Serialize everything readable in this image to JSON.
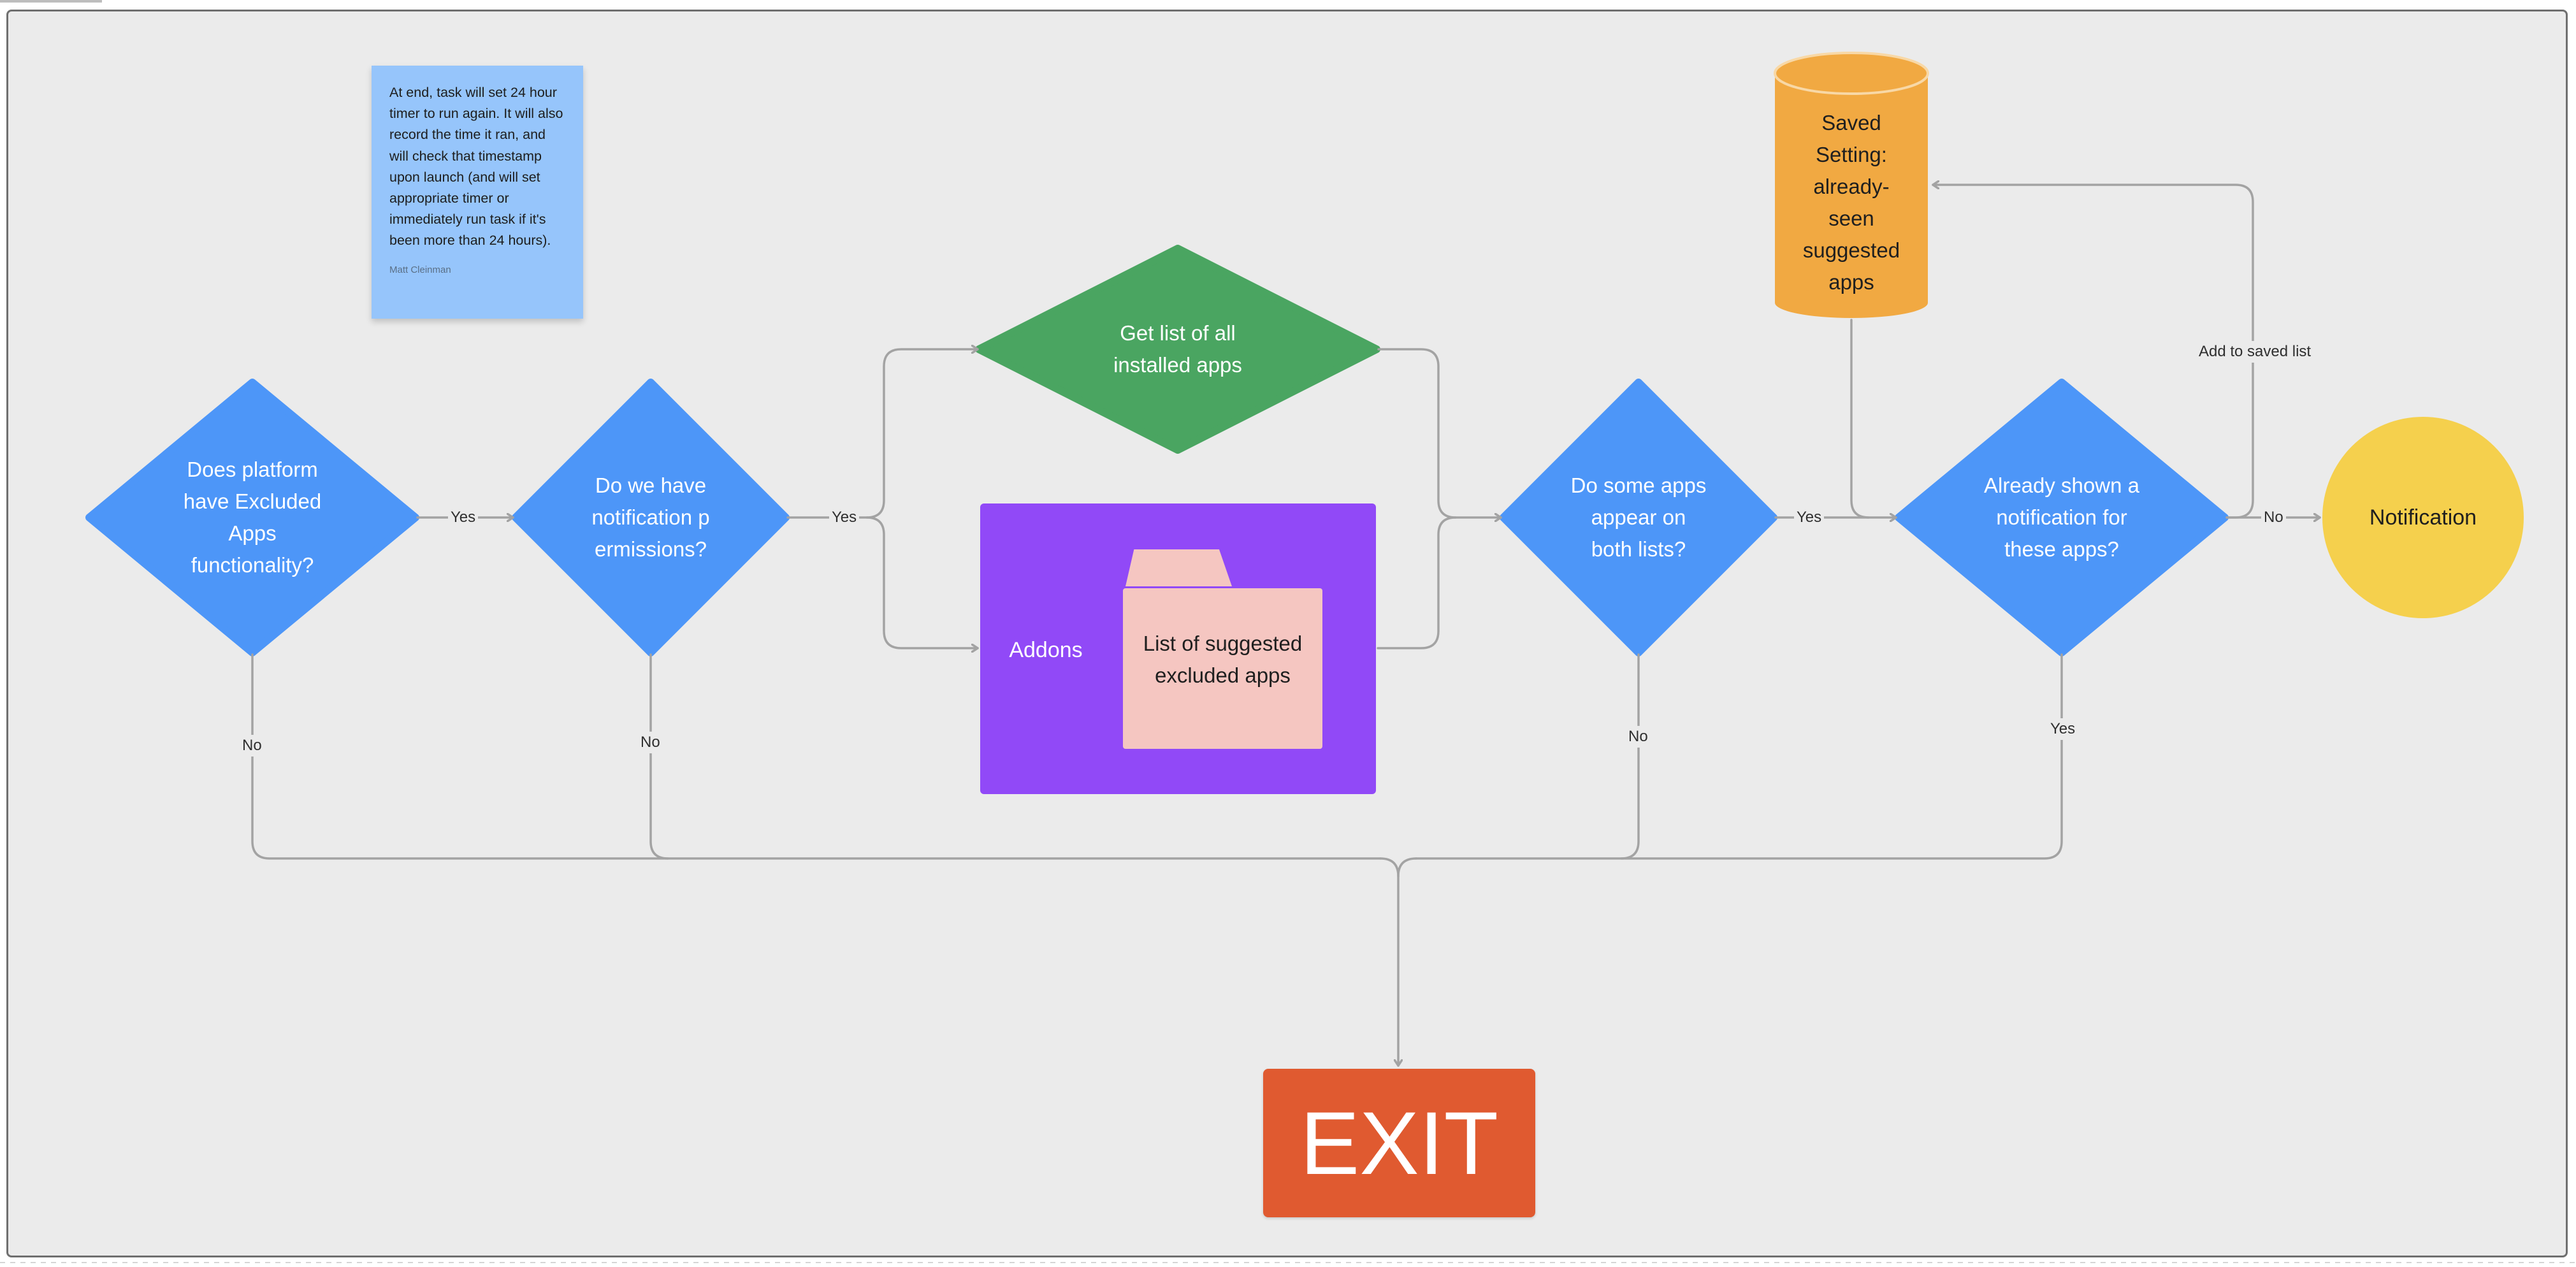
{
  "colors": {
    "decision": "#4d96f8",
    "process_green": "#4aa561",
    "addons_purple": "#9149f7",
    "folder_pink": "#f5c6c1",
    "datastore_orange": "#f1a942",
    "notification_yellow": "#f5d04d",
    "exit_red": "#e05a30",
    "sticky_blue": "#96c5fb",
    "connector_gray": "#a3a3a3"
  },
  "nodes": {
    "excluded_apps": "Does platform have Excluded Apps functionality?",
    "notif_perms": "Do we have notification permissions?",
    "get_apps": "Get list of all installed apps",
    "addons": "Addons",
    "suggested": "List of suggested excluded apps",
    "both_lists": "Do some apps appear on both lists?",
    "already_shown": "Already shown a notification for these apps?",
    "saved_setting": "Saved Setting: already-seen suggested apps",
    "notification": "Notification",
    "exit": "EXIT"
  },
  "edge_labels": {
    "yes_1": "Yes",
    "yes_2": "Yes",
    "yes_3": "Yes",
    "no_1": "No",
    "no_2": "No",
    "no_3": "No",
    "no_to_notification": "No",
    "yes_shown": "Yes",
    "add_saved": "Add to saved list"
  },
  "sticky": {
    "text": "At end, task will set 24 hour timer to run again. It will also record the time it ran, and will check that timestamp upon launch (and will set appropriate timer or immediately run task if it's been more than 24 hours).",
    "author": "Matt Cleinman"
  }
}
